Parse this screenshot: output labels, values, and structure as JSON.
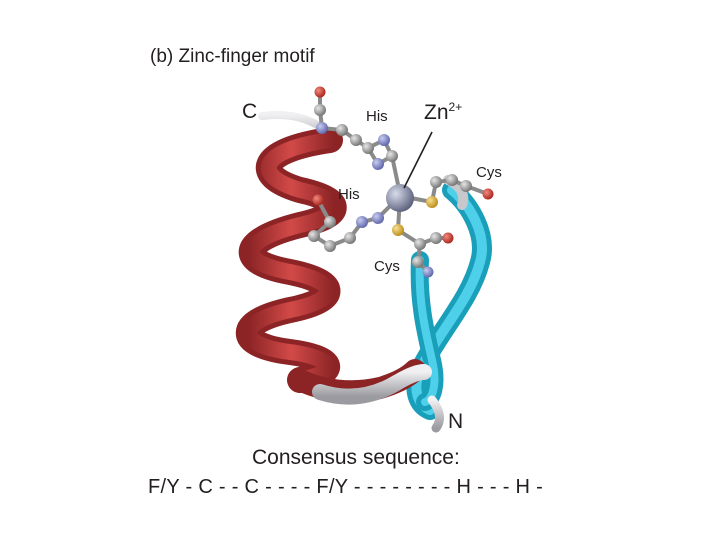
{
  "figure": {
    "title": "(b) Zinc-finger motif",
    "labels": {
      "c_terminus": "C",
      "n_terminus": "N",
      "his_top": "His",
      "his_left": "His",
      "cys_right": "Cys",
      "cys_bottom": "Cys",
      "zinc": "Zn",
      "zinc_charge": "2+"
    },
    "colors": {
      "helix": "#c0393b",
      "helix_dark": "#8c2426",
      "sheet": "#1eb3cf",
      "coil": "#c8c8cc",
      "zinc_ion": "#8a8fa8",
      "carbon": "#9a9a9a",
      "nitrogen": "#7a82c8",
      "oxygen": "#d23a2e",
      "sulfur": "#e0b43a"
    }
  },
  "consensus": {
    "title": "Consensus sequence:",
    "sequence": "F/Y - C - - C - - - - F/Y - - - - - - - - H - - - H -"
  }
}
